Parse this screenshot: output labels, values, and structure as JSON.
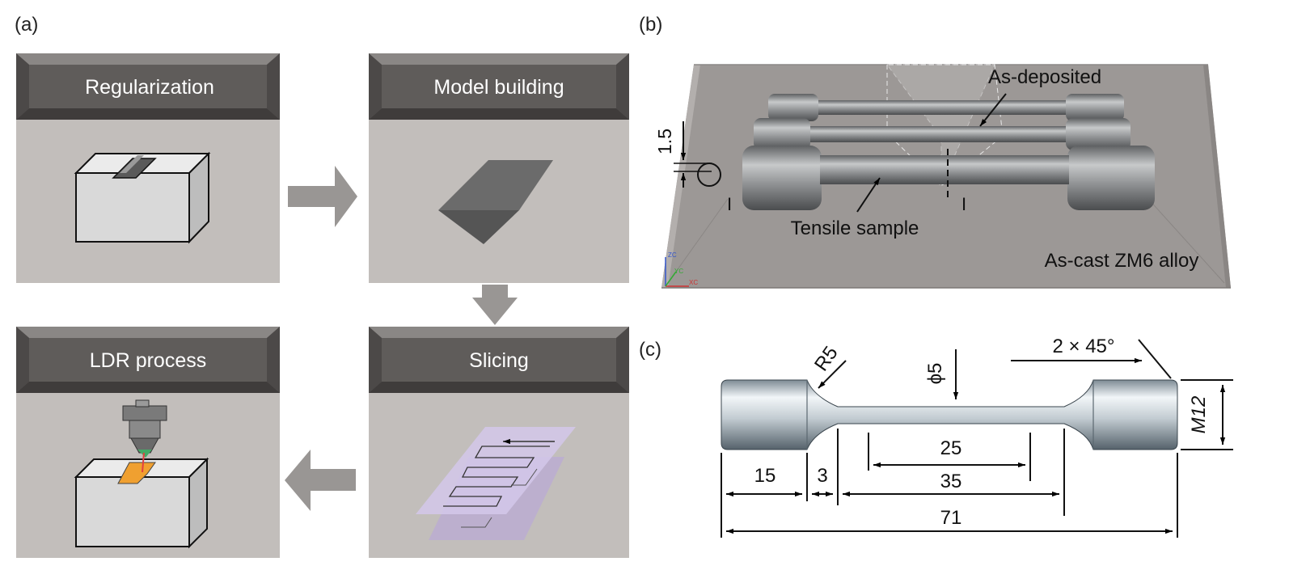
{
  "panels": {
    "a": {
      "label": "(a)",
      "steps": [
        {
          "title": "Regularization"
        },
        {
          "title": "Model building"
        },
        {
          "title": "Slicing"
        },
        {
          "title": "LDR process"
        }
      ]
    },
    "b": {
      "label": "(b)",
      "labels": {
        "as_deposited": "As-deposited",
        "tensile_sample": "Tensile sample",
        "as_cast": "As-cast ZM6 alloy",
        "dim_1_5": "1.5",
        "section_mark": "I"
      },
      "axes": {
        "z": "ZC",
        "y": "YC",
        "x": "XC"
      }
    },
    "c": {
      "label": "(c)",
      "dimensions": {
        "radius": "R5",
        "diameter": "ϕ5",
        "chamfer": "2 × 45°",
        "thread": "M12",
        "grip_length": "15",
        "fillet_length": "3",
        "gauge_length": "25",
        "parallel_length": "35",
        "total_length": "71"
      }
    }
  },
  "colors": {
    "panel_bg": "#c2bebb",
    "header_dark": "#5f5c5a",
    "arrow": "#999694",
    "block_face": "#d8d8d8",
    "laser_pool": "#f0a030",
    "slice_layer": "#cfc3e3"
  }
}
